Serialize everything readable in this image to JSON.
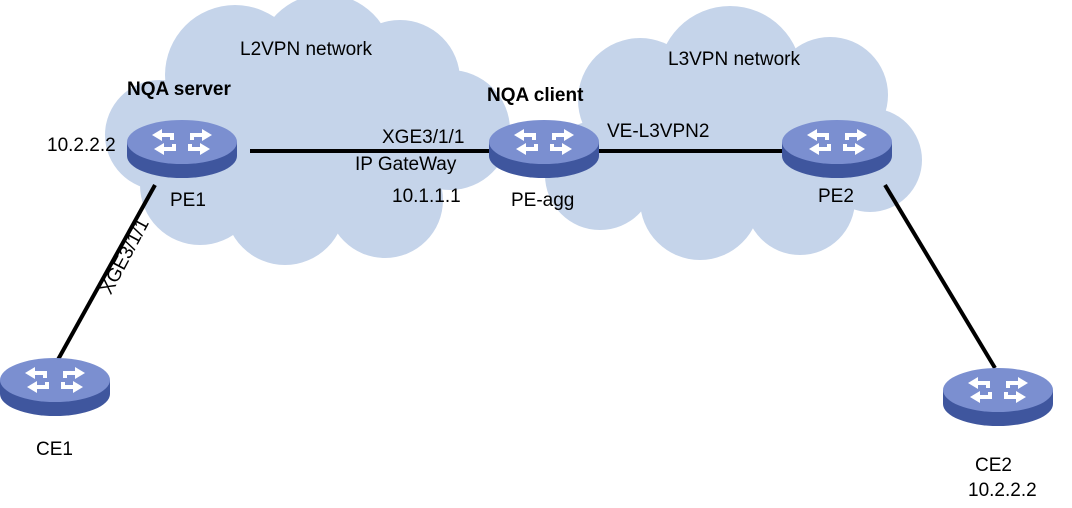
{
  "clouds": {
    "l2vpn": {
      "label": "L2VPN network",
      "color": "#c5d4ea"
    },
    "l3vpn": {
      "label": "L3VPN network",
      "color": "#c5d4ea"
    }
  },
  "devices": {
    "pe1": {
      "name": "PE1",
      "role": "NQA server",
      "ip": "10.2.2.2",
      "icon": "router-icon"
    },
    "peagg": {
      "name": "PE-agg",
      "role": "NQA client",
      "icon": "router-icon"
    },
    "pe2": {
      "name": "PE2",
      "icon": "router-icon"
    },
    "ce1": {
      "name": "CE1",
      "icon": "router-icon"
    },
    "ce2": {
      "name": "CE2",
      "ip": "10.2.2.2",
      "icon": "router-icon"
    }
  },
  "links": {
    "pe1_peagg": {
      "interface": "XGE3/1/1",
      "gateway_label": "IP GateWay",
      "gateway_ip": "10.1.1.1"
    },
    "peagg_pe2": {
      "interface": "VE-L3VPN2"
    },
    "pe1_ce1": {
      "interface": "XGE3/1/1"
    },
    "pe2_ce2": {}
  },
  "colors": {
    "router_top": "#7b8fd0",
    "router_side": "#3f569e",
    "router_arrow": "#ffffff",
    "link": "#000000"
  }
}
